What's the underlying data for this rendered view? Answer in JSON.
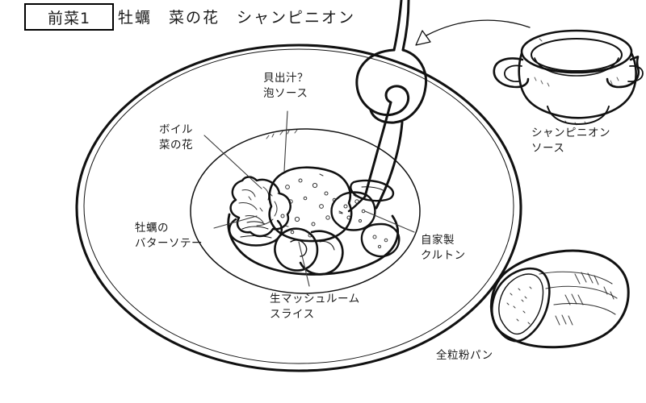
{
  "header": {
    "course_box": "前菜1",
    "dish_name": "牡蠣　菜の花　シャンピニオン"
  },
  "labels": {
    "foam_sauce": "貝出汁？\n泡ソース",
    "boiled_greens": "ボイル\n菜の花",
    "oyster_saute": "牡蠣の\nバターソテー",
    "raw_mushroom": "生マッシュルーム\nスライス",
    "homemade_crouton": "自家製\nクルトン",
    "champignon_sauce": "シャンピニオン\nソース",
    "wholegrain_bread": "全粒粉パン"
  },
  "objects": {
    "plate": "serving-plate",
    "sauce_bowl": "two-handled-sauce-bowl",
    "bread_roll": "wholegrain-bread-roll",
    "pour_stream": "sauce-pour-stream",
    "pour_arrow": "pour-direction-arrow"
  },
  "colors": {
    "ink": "#111111",
    "paper": "#ffffff",
    "leader": "#3a3a3a"
  }
}
